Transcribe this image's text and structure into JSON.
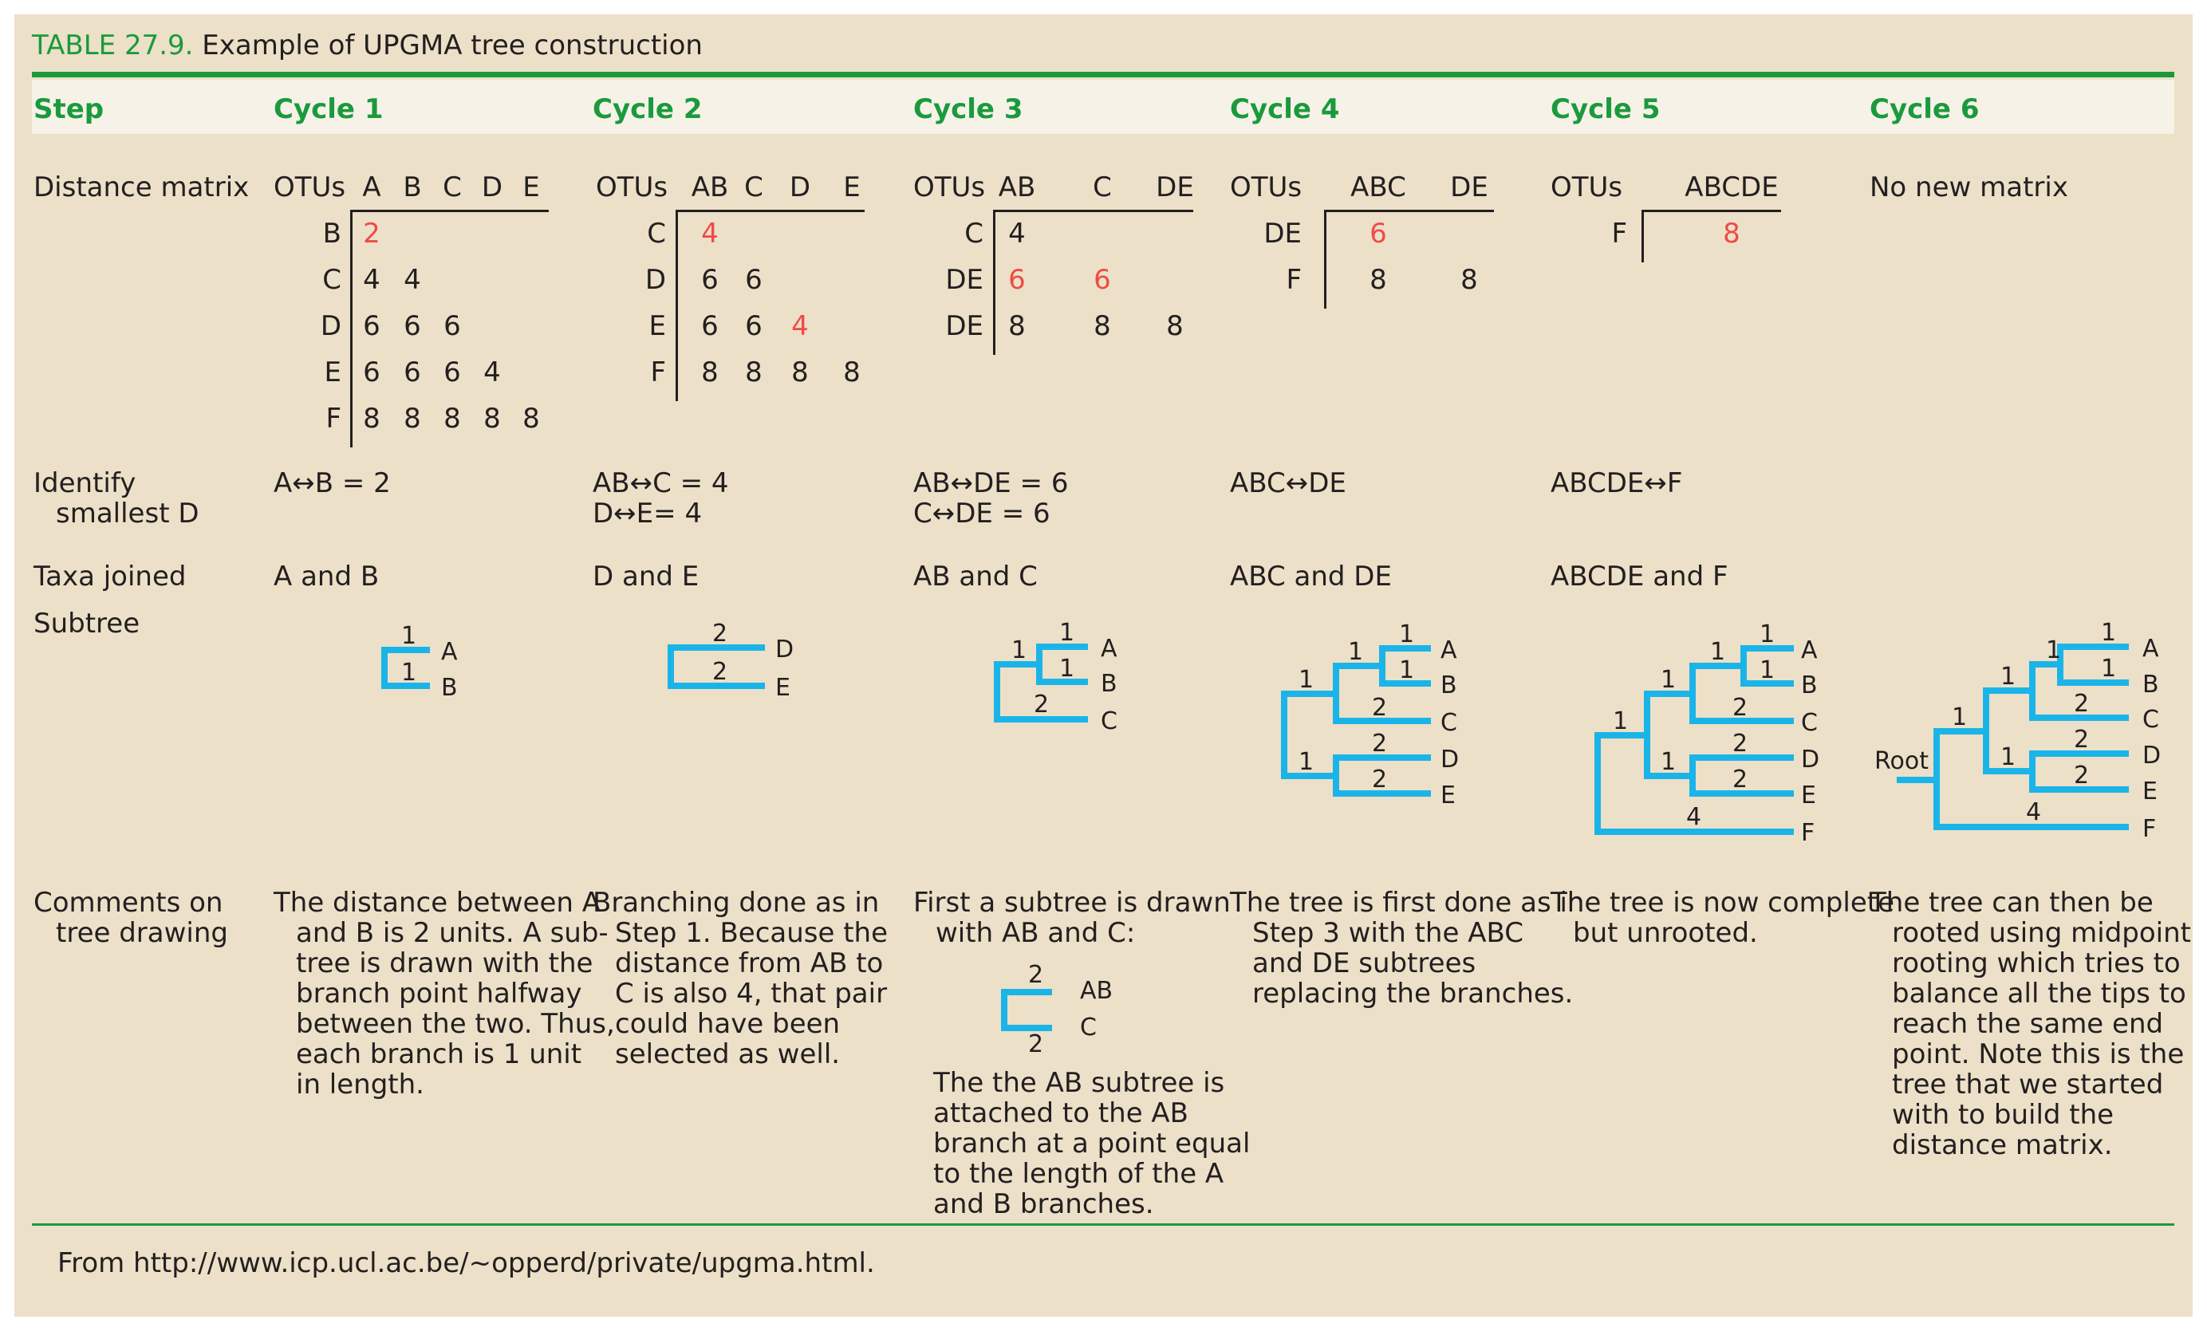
{
  "table": {
    "number": "TABLE 27.9.",
    "title": "Example of UPGMA tree construction",
    "source": "From http://www.icp.ucl.ac.be/~opperd/private/upgma.html."
  },
  "colors": {
    "accent_green": "#1a9a3c",
    "highlight_red": "#ef4b45",
    "branch_blue": "#1bb4e8",
    "panel_tan": "#ece0c8"
  },
  "headers": [
    "Step",
    "Cycle 1",
    "Cycle 2",
    "Cycle 3",
    "Cycle 4",
    "Cycle 5",
    "Cycle 6"
  ],
  "row_labels": {
    "distance_matrix": "Distance matrix",
    "identify_1": "Identify",
    "identify_2": "smallest D",
    "taxa_joined": "Taxa joined",
    "subtree": "Subtree",
    "comments_1": "Comments on",
    "comments_2": "tree drawing"
  },
  "matrices": {
    "m1": {
      "corner": "OTUs",
      "cols": [
        "A",
        "B",
        "C",
        "D",
        "E"
      ],
      "rows": [
        {
          "label": "B",
          "cells": [
            {
              "v": "2",
              "hl": true
            }
          ]
        },
        {
          "label": "C",
          "cells": [
            {
              "v": "4"
            },
            {
              "v": "4"
            }
          ]
        },
        {
          "label": "D",
          "cells": [
            {
              "v": "6"
            },
            {
              "v": "6"
            },
            {
              "v": "6"
            }
          ]
        },
        {
          "label": "E",
          "cells": [
            {
              "v": "6"
            },
            {
              "v": "6"
            },
            {
              "v": "6"
            },
            {
              "v": "4"
            }
          ]
        },
        {
          "label": "F",
          "cells": [
            {
              "v": "8"
            },
            {
              "v": "8"
            },
            {
              "v": "8"
            },
            {
              "v": "8"
            },
            {
              "v": "8"
            }
          ]
        }
      ]
    },
    "m2": {
      "corner": "OTUs",
      "cols": [
        "AB",
        "C",
        "D",
        "E"
      ],
      "rows": [
        {
          "label": "C",
          "cells": [
            {
              "v": "4",
              "hl": true
            }
          ]
        },
        {
          "label": "D",
          "cells": [
            {
              "v": "6"
            },
            {
              "v": "6"
            }
          ]
        },
        {
          "label": "E",
          "cells": [
            {
              "v": "6"
            },
            {
              "v": "6"
            },
            {
              "v": "4",
              "hl": true
            }
          ]
        },
        {
          "label": "F",
          "cells": [
            {
              "v": "8"
            },
            {
              "v": "8"
            },
            {
              "v": "8"
            },
            {
              "v": "8"
            }
          ]
        }
      ]
    },
    "m3": {
      "corner": "OTUs",
      "cols": [
        "AB",
        "C",
        "DE"
      ],
      "rows": [
        {
          "label": "C",
          "cells": [
            {
              "v": "4"
            }
          ]
        },
        {
          "label": "DE",
          "cells": [
            {
              "v": "6",
              "hl": true
            },
            {
              "v": "6",
              "hl": true
            }
          ]
        },
        {
          "label": "DE",
          "cells": [
            {
              "v": "8"
            },
            {
              "v": "8"
            },
            {
              "v": "8"
            }
          ]
        }
      ]
    },
    "m4": {
      "corner": "OTUs",
      "cols": [
        "ABC",
        "DE"
      ],
      "rows": [
        {
          "label": "DE",
          "cells": [
            {
              "v": "6",
              "hl": true
            }
          ]
        },
        {
          "label": "F",
          "cells": [
            {
              "v": "8"
            },
            {
              "v": "8"
            }
          ]
        }
      ]
    },
    "m5": {
      "corner": "OTUs",
      "cols": [
        "ABCDE"
      ],
      "rows": [
        {
          "label": "F",
          "cells": [
            {
              "v": "8",
              "hl": true
            }
          ]
        }
      ]
    },
    "m6_text": "No new matrix"
  },
  "identify": {
    "c1": [
      "A↔B = 2"
    ],
    "c2": [
      "AB↔C = 4",
      "D↔E= 4"
    ],
    "c3": [
      "AB↔DE = 6",
      "C↔DE = 6"
    ],
    "c4": [
      "ABC↔DE"
    ],
    "c5": [
      "ABCDE↔F"
    ]
  },
  "taxa_joined": {
    "c1": "A and B",
    "c2": "D and E",
    "c3": "AB and C",
    "c4": "ABC and DE",
    "c5": "ABCDE and F"
  },
  "comments": {
    "c1": [
      "The distance between A",
      "and B is 2 units. A sub-",
      "tree is drawn with the",
      "branch point halfway",
      "between the two. Thus,",
      "each branch is 1 unit",
      "in length."
    ],
    "c2": [
      "Branching done as in",
      "Step 1. Because the",
      "distance from AB to",
      "C is also 4, that pair",
      "could have been",
      "selected as well."
    ],
    "c3a": [
      "First a subtree is drawn",
      "with AB and C:"
    ],
    "c3b": [
      "The the AB subtree is",
      "attached to the AB",
      "branch at a point equal",
      "to the length of the A",
      "and B branches."
    ],
    "c4": [
      "The tree is first done as in",
      "Step 3 with the ABC",
      "and DE subtrees",
      "replacing the branches."
    ],
    "c5": [
      "The tree is now complete",
      "but unrooted."
    ],
    "c6": [
      "The tree can then be",
      "rooted using midpoint",
      "rooting which tries to",
      "balance all the tips to",
      "reach the same end",
      "point. Note this is the",
      "tree that we started",
      "with to build the",
      "distance matrix."
    ]
  },
  "trees": {
    "t1": {
      "tips": [
        "A",
        "B"
      ],
      "lengths": [
        "1",
        "1"
      ]
    },
    "t2": {
      "tips": [
        "D",
        "E"
      ],
      "lengths": [
        "2",
        "2"
      ]
    },
    "t3": {
      "tips": [
        "A",
        "B",
        "C"
      ],
      "lengths": [
        "1",
        "1",
        "1",
        "2"
      ]
    },
    "t4": {
      "tips": [
        "A",
        "B",
        "C",
        "D",
        "E"
      ],
      "lengths": [
        "1",
        "1",
        "1",
        "1",
        "2",
        "2",
        "1",
        "2"
      ]
    },
    "t5": {
      "tips": [
        "A",
        "B",
        "C",
        "D",
        "E",
        "F"
      ],
      "lengths": [
        "1",
        "1",
        "1",
        "1",
        "2",
        "2",
        "1",
        "2",
        "1",
        "4"
      ]
    },
    "t6": {
      "tips": [
        "A",
        "B",
        "C",
        "D",
        "E",
        "F"
      ],
      "lengths": [
        "1",
        "1",
        "1",
        "1",
        "2",
        "2",
        "1",
        "2",
        "1",
        "4"
      ],
      "root_label": "Root"
    },
    "c3_mini": {
      "tips": [
        "AB",
        "C"
      ],
      "lengths": [
        "2",
        "2"
      ]
    }
  }
}
